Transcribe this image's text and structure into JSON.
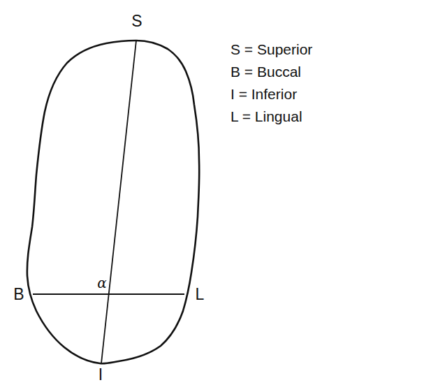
{
  "diagram": {
    "labels": [
      "S",
      "B",
      "L",
      "I",
      "α",
      "S = Superior",
      "B = Buccal",
      "I = Inferior",
      "L = Lingual"
    ]
  }
}
